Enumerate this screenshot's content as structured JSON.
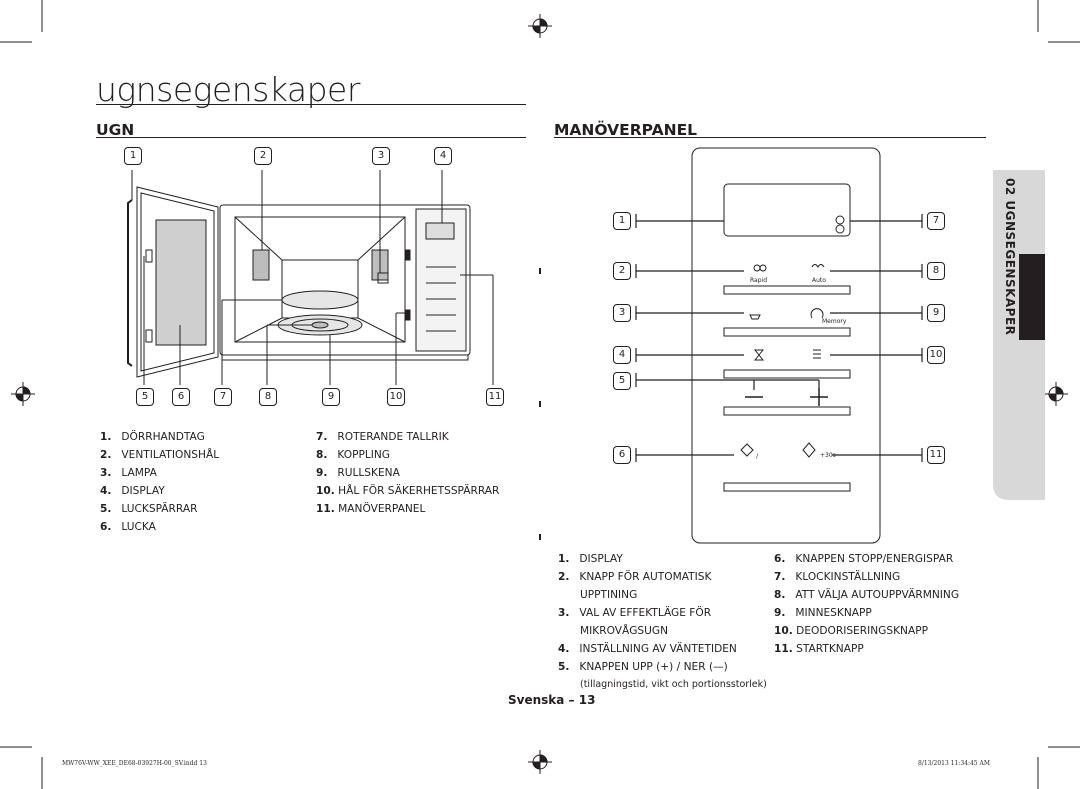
{
  "page_title": "ugnsegenskaper",
  "sections": {
    "ugn": "UGN",
    "manoverpanel": "MANÖVERPANEL"
  },
  "side_tab": "02 UGNSEGENSKAPER",
  "oven_callouts": {
    "top": [
      "1",
      "2",
      "3",
      "4"
    ],
    "bottom": [
      "5",
      "6",
      "7",
      "8",
      "9",
      "10",
      "11"
    ]
  },
  "oven_parts": [
    {
      "n": "1.",
      "t": "DÖRRHANDTAG"
    },
    {
      "n": "2.",
      "t": "VENTILATIONSHÅL"
    },
    {
      "n": "3.",
      "t": "LAMPA"
    },
    {
      "n": "4.",
      "t": "DISPLAY"
    },
    {
      "n": "5.",
      "t": "LUCKSPÄRRAR"
    },
    {
      "n": "6.",
      "t": "LUCKA"
    },
    {
      "n": "7.",
      "t": "ROTERANDE TALLRIK"
    },
    {
      "n": "8.",
      "t": "KOPPLING"
    },
    {
      "n": "9.",
      "t": "RULLSKENA"
    },
    {
      "n": "10.",
      "t": "HÅL FÖR SÄKERHETSSPÄRRAR"
    },
    {
      "n": "11.",
      "t": "MANÖVERPANEL"
    }
  ],
  "panel_callouts": {
    "left": [
      "1",
      "2",
      "3",
      "4",
      "5",
      "6"
    ],
    "right": [
      "7",
      "8",
      "9",
      "10",
      "11"
    ]
  },
  "panel_labels": {
    "rapid": "Rapid",
    "auto": "Auto",
    "memory": "Memory",
    "plus30": "+30s",
    "minus": "—",
    "plus": "+",
    "stop_slash": "/"
  },
  "panel_parts_left": [
    {
      "n": "1.",
      "t": "DISPLAY"
    },
    {
      "n": "2.",
      "t": "KNAPP FÖR AUTOMATISK",
      "t2": "UPPTINING"
    },
    {
      "n": "3.",
      "t": "VAL AV EFFEKTLÄGE FÖR",
      "t2": "MIKROVÅGSUGN"
    },
    {
      "n": "4.",
      "t": "INSTÄLLNING AV VÄNTETIDEN"
    },
    {
      "n": "5.",
      "t": "KNAPPEN UPP (+) / NER (—)",
      "t2": "(tillagningstid, vikt och portionsstorlek)"
    }
  ],
  "panel_parts_right": [
    {
      "n": "6.",
      "t": "KNAPPEN STOPP/ENERGISPAR"
    },
    {
      "n": "7.",
      "t": "KLOCKINSTÄLLNING"
    },
    {
      "n": "8.",
      "t": "ATT VÄLJA AUTOUPPVÄRMNING"
    },
    {
      "n": "9.",
      "t": "MINNESKNAPP"
    },
    {
      "n": "10.",
      "t": "DEODORISERINGSKNAPP"
    },
    {
      "n": "11.",
      "t": "STARTKNAPP"
    }
  ],
  "page_footer": "Svenska – 13",
  "print_footer": {
    "left": "MW76V-WW_XEE_DE68-03927H-00_SV.indd   13",
    "right": "8/13/2013   11:34:45 AM"
  }
}
